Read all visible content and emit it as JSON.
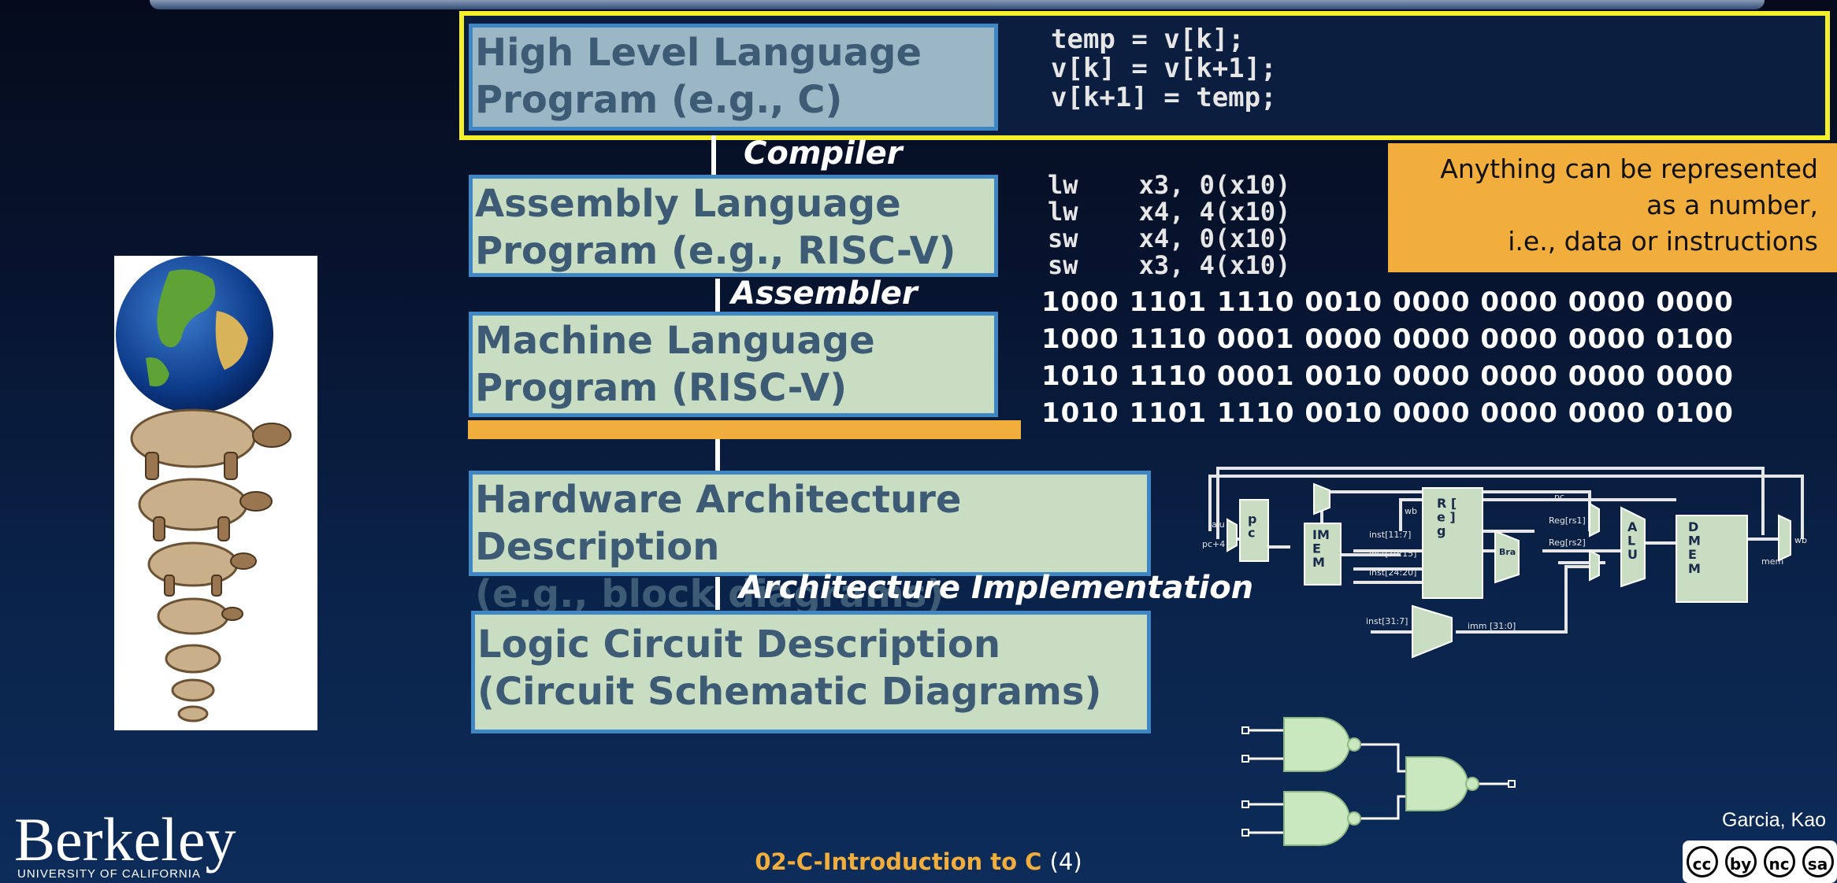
{
  "levels": {
    "high_level": "High Level Language\nProgram (e.g., C)",
    "assembly": "Assembly  Language\nProgram (e.g., RISC-V)",
    "machine": "Machine  Language\nProgram (RISC-V)",
    "hardware": "Hardware Architecture Description\n(e.g., block diagrams)",
    "logic": "Logic Circuit Description\n(Circuit Schematic Diagrams)"
  },
  "tools": {
    "compiler": "Compiler",
    "assembler": "Assembler",
    "arch_impl": "Architecture Implementation"
  },
  "c_code": "temp = v[k];\nv[k] = v[k+1];\nv[k+1] = temp;",
  "asm_code": "lw    x3, 0(x10)\nlw    x4, 4(x10)\nsw    x4, 0(x10)\nsw    x3, 4(x10)",
  "machine_code": [
    "1000 1101 1110 0010 0000 0000 0000 0000",
    "1000 1110 0001 0000 0000 0000 0000 0100",
    "1010 1110 0001 0010 0000 0000 0000 0000",
    "1010 1101 1110 0010 0000 0000 0000 0100"
  ],
  "note": "Anything can be represented\nas a number,\ni.e., data or instructions",
  "datapath": {
    "labels": {
      "pc": "pc",
      "pc4": "pc+4",
      "alu": "alu",
      "wb": "wb",
      "mem": "mem",
      "imem": "IM\nE\nM",
      "regfile": "R  [\ne  ]\ng",
      "inst_11_7": "inst[11:7]",
      "inst_19_15": "inst[19:15]",
      "inst_24_20": "inst[24:20]",
      "inst_31_7": "inst[31:7]",
      "imm": "imm [31:0]",
      "reg_rs1": "Reg[rs1]",
      "reg_rs2": "Reg[rs2]",
      "alu_block": "A\nL\nU",
      "dmem": "D\nM\nE\nM",
      "bra": "Bra",
      "pc_block": "p\nc"
    }
  },
  "footer": {
    "title": "02-C-Introduction to C",
    "page": "(4)"
  },
  "credit": "Garcia, Kao",
  "logo": {
    "name": "Berkeley",
    "sub": "UNIVERSITY OF CALIFORNIA"
  },
  "license_icons": [
    "cc",
    "by",
    "nc",
    "sa"
  ]
}
